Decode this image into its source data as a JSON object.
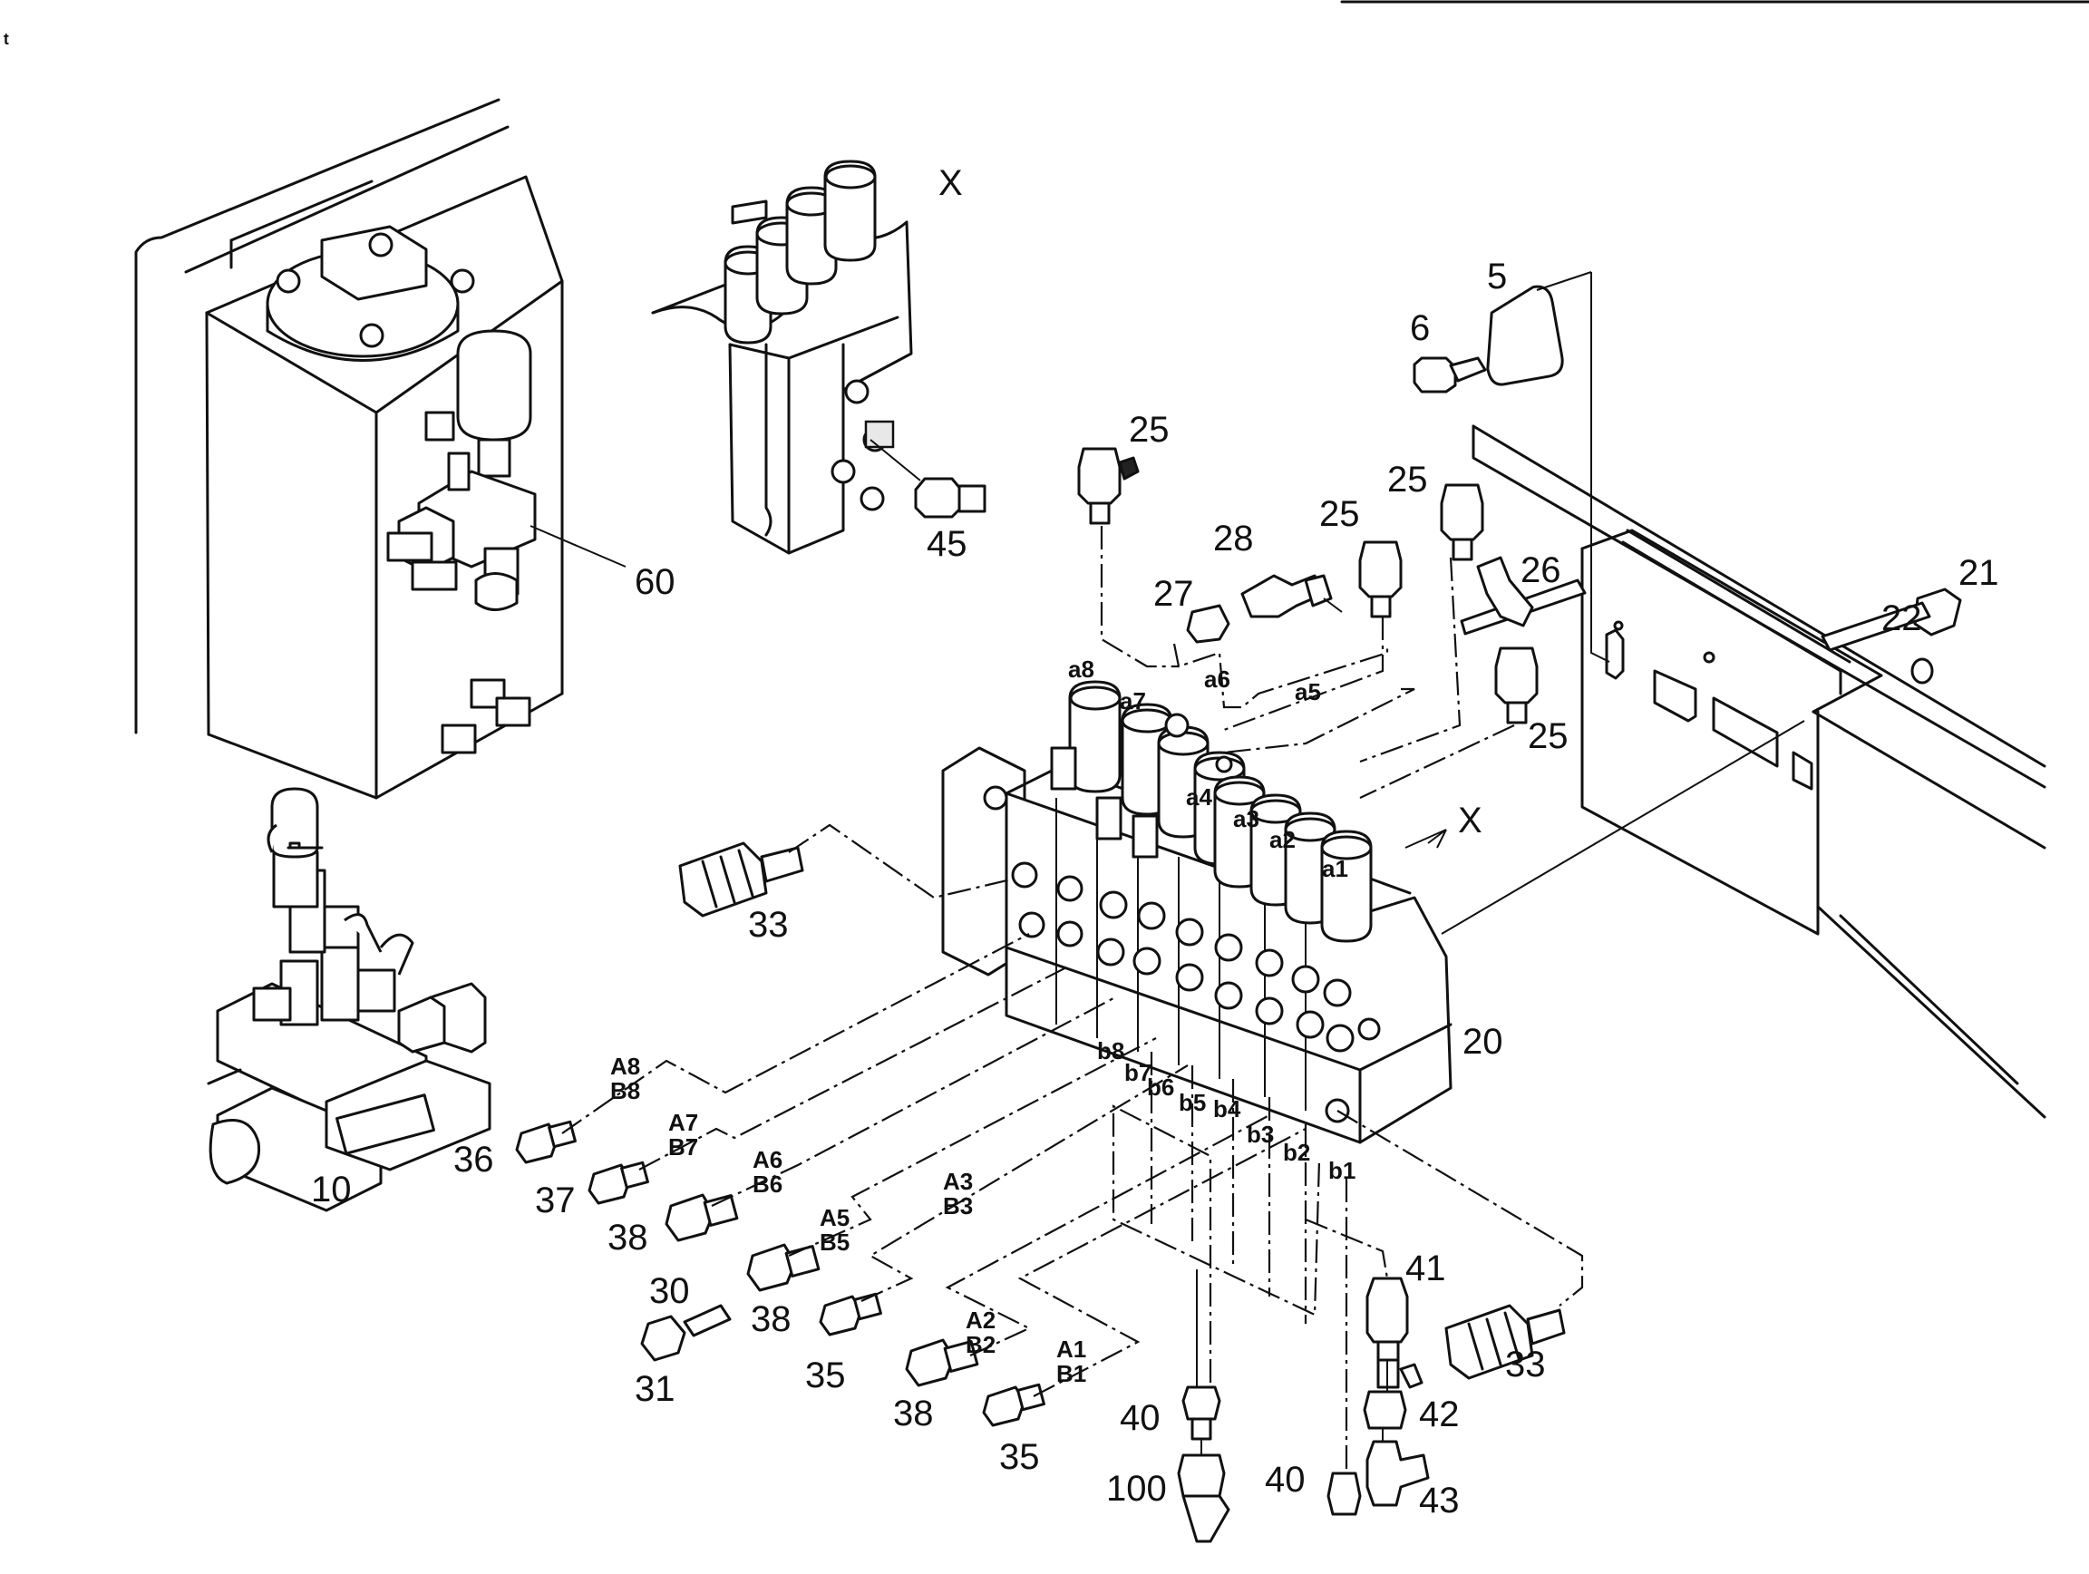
{
  "title_marks": {
    "view_x": "X",
    "arrow_x": "X",
    "corner_glyph": "ᵗ"
  },
  "callouts": {
    "c5": "5",
    "c6": "6",
    "c10": "10",
    "c20": "20",
    "c21": "21",
    "c22": "22",
    "c25a": "25",
    "c25b": "25",
    "c25c": "25",
    "c25d": "25",
    "c26": "26",
    "c27": "27",
    "c28": "28",
    "c30": "30",
    "c31": "31",
    "c33a": "33",
    "c33b": "33",
    "c35a": "35",
    "c35b": "35",
    "c36": "36",
    "c37": "37",
    "c38a": "38",
    "c38b": "38",
    "c38c": "38",
    "c40a": "40",
    "c40b": "40",
    "c41": "41",
    "c42": "42",
    "c43": "43",
    "c45": "45",
    "c60": "60",
    "c100": "100"
  },
  "ports": {
    "a1": "a1",
    "a2": "a2",
    "a3": "a3",
    "a4": "a4",
    "a5": "a5",
    "a6": "a6",
    "a7": "a7",
    "a8": "a8",
    "b1": "b1",
    "b2": "b2",
    "b3": "b3",
    "b4": "b4",
    "b5": "b5",
    "b6": "b6",
    "b7": "b7",
    "b8": "b8",
    "A8": "A8",
    "B8": "B8",
    "A7": "A7",
    "B7": "B7",
    "A6": "A6",
    "B6": "B6",
    "A5": "A5",
    "B5": "B5",
    "A3": "A3",
    "B3": "B3",
    "A2": "A2",
    "B2": "B2",
    "A1": "A1",
    "B1": "B1"
  }
}
